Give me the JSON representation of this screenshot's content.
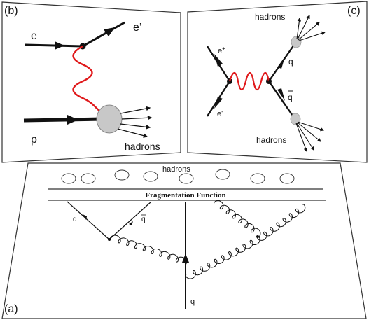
{
  "panel_b": {
    "panel_label": "(b)",
    "electron_in": "e",
    "electron_out": "e’",
    "proton": "p",
    "hadrons": "hadrons"
  },
  "panel_c": {
    "panel_label": "(c)",
    "positron": "e",
    "positron_sup": "+",
    "electron": "e",
    "electron_sup": "-",
    "quark": "q",
    "antiquark": "q",
    "hadrons_top": "hadrons",
    "hadrons_bottom": "hadrons"
  },
  "panel_a": {
    "panel_label": "(a)",
    "hadrons": "hadrons",
    "band_title": "Fragmentation  Function",
    "quark_left": "q",
    "antiquark": "q",
    "quark_bottom": "q"
  },
  "colors": {
    "photon": "#e0191b",
    "blob": "#c8c8c8",
    "line": "#111111",
    "frame": "#333333"
  }
}
